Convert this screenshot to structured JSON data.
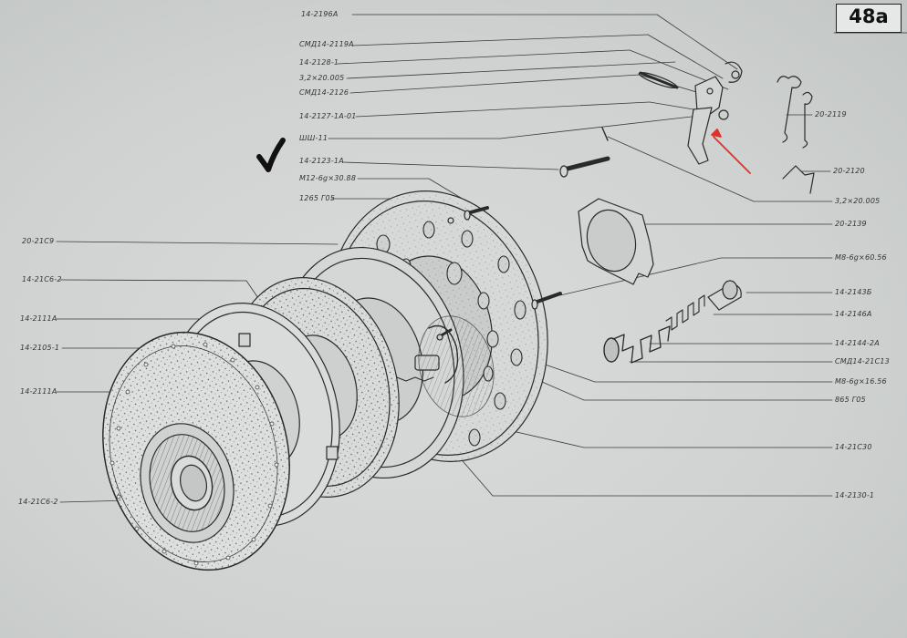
{
  "page_number": "48a",
  "colors": {
    "ink": "#2a2a2a",
    "paper": "#d2d5d4",
    "pointer_arrow": "#e0302a",
    "check_mark": "#111111"
  },
  "icons": [
    "check-mark-icon",
    "red-pointer-arrow-icon"
  ],
  "labels_left": [
    "14-2196A",
    "СМД14-2119А",
    "14-2128-1",
    "3,2×20.005",
    "СМД14-2126",
    "14-2127-1А-01",
    "ШШ-11",
    "14-2123-1А",
    "М12-6g×30.88",
    "1265 Г05",
    "20-21С9",
    "14-21С6-2",
    "14-2111А",
    "14-2105-1",
    "14-2111А",
    "14-21С6-2"
  ],
  "labels_right": [
    "20-2119",
    "20-2120",
    "3,2×20.005",
    "20-2139",
    "М8-6g×60.56",
    "14-2143Б",
    "14-2146А",
    "14-2144-2А",
    "СМД14-21С13",
    "М8-6g×16.56",
    "865 Г05",
    "14-21С30",
    "14-2130-1"
  ]
}
